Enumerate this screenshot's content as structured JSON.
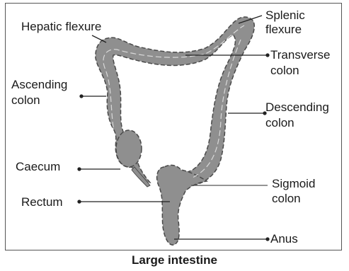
{
  "colors": {
    "organ_fill": "#8f8f8f",
    "organ_stroke": "#4a4a4a",
    "leader_line": "#222222"
  },
  "labels": {
    "hepatic_flexure": "Hepatic flexure",
    "splenic_flexure_line1": "Splenic",
    "splenic_flexure_line2": "flexure",
    "transverse_colon_line1": "Transverse",
    "transverse_colon_line2": "colon",
    "ascending_colon_line1": "Ascending",
    "ascending_colon_line2": "colon",
    "descending_colon_line1": "Descending",
    "descending_colon_line2": "colon",
    "caecum": "Caecum",
    "sigmoid_colon_line1": "Sigmoid",
    "sigmoid_colon_line2": "colon",
    "rectum": "Rectum",
    "anus": "Anus"
  },
  "caption": "Large intestine"
}
